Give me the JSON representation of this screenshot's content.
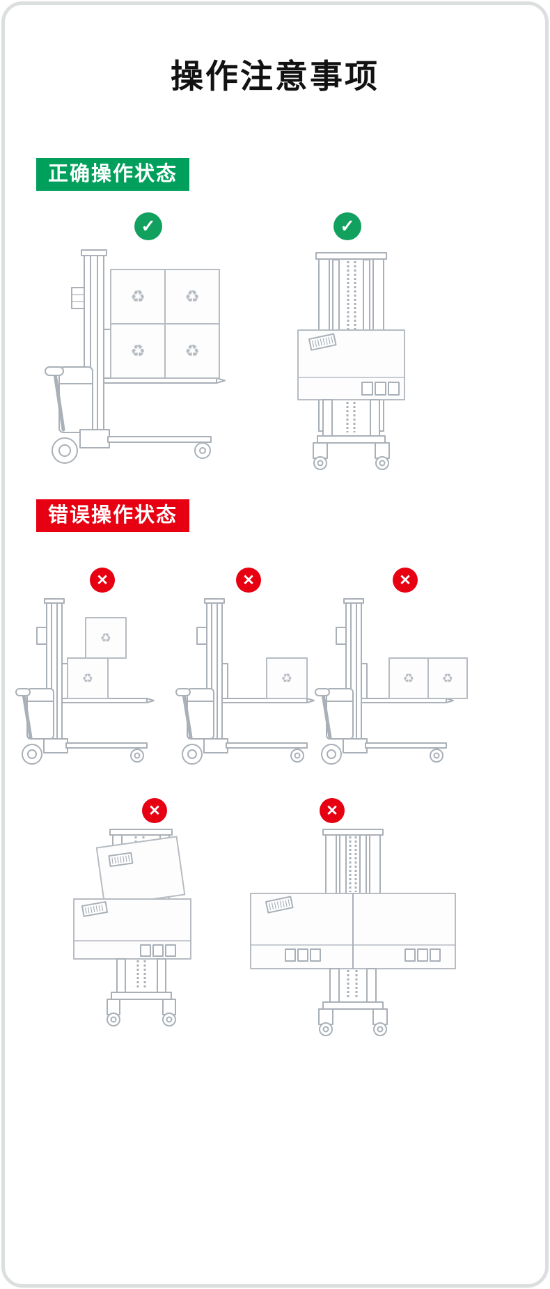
{
  "title": "操作注意事项",
  "correct_section": {
    "label": "正确操作状态",
    "badge_color": "#00A05C",
    "illustrations": [
      {
        "name": "stacker-side-view-boxes-centered"
      },
      {
        "name": "stacker-front-view-load-centered"
      }
    ]
  },
  "error_section": {
    "label": "错误操作状态",
    "badge_color": "#E60012",
    "illustrations": [
      {
        "name": "stacker-boxes-stacked-offset"
      },
      {
        "name": "stacker-box-at-fork-tips"
      },
      {
        "name": "stacker-boxes-overhanging-side"
      },
      {
        "name": "stacker-load-stacked-crooked"
      },
      {
        "name": "stacker-load-too-wide"
      }
    ]
  },
  "icons": {
    "check_glyph": "✓",
    "cross_glyph": "✕"
  },
  "colors": {
    "correct_green": "#12A05E",
    "error_red": "#E60012",
    "line_art": "#A9B0B7",
    "page_background": "#FFFFFF",
    "border": "#DCDFDF"
  }
}
